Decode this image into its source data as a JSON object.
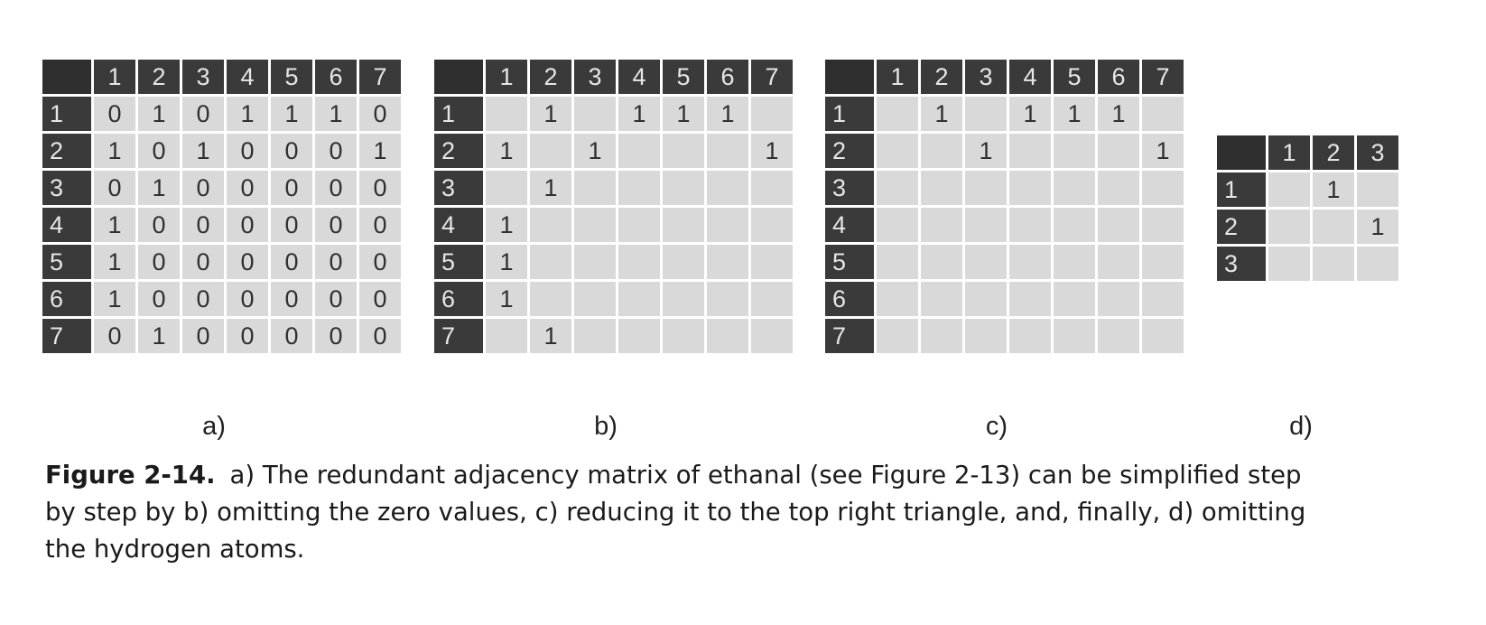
{
  "panels": [
    {
      "id": "a",
      "label": "a)",
      "headers": [
        "1",
        "2",
        "3",
        "4",
        "5",
        "6",
        "7"
      ],
      "rows": [
        [
          "0",
          "1",
          "0",
          "1",
          "1",
          "1",
          "0"
        ],
        [
          "1",
          "0",
          "1",
          "0",
          "0",
          "0",
          "1"
        ],
        [
          "0",
          "1",
          "0",
          "0",
          "0",
          "0",
          "0"
        ],
        [
          "1",
          "0",
          "0",
          "0",
          "0",
          "0",
          "0"
        ],
        [
          "1",
          "0",
          "0",
          "0",
          "0",
          "0",
          "0"
        ],
        [
          "1",
          "0",
          "0",
          "0",
          "0",
          "0",
          "0"
        ],
        [
          "0",
          "1",
          "0",
          "0",
          "0",
          "0",
          "0"
        ]
      ]
    },
    {
      "id": "b",
      "label": "b)",
      "headers": [
        "1",
        "2",
        "3",
        "4",
        "5",
        "6",
        "7"
      ],
      "rows": [
        [
          "",
          "1",
          "",
          "1",
          "1",
          "1",
          ""
        ],
        [
          "1",
          "",
          "1",
          "",
          "",
          "",
          "1"
        ],
        [
          "",
          "1",
          "",
          "",
          "",
          "",
          ""
        ],
        [
          "1",
          "",
          "",
          "",
          "",
          "",
          ""
        ],
        [
          "1",
          "",
          "",
          "",
          "",
          "",
          ""
        ],
        [
          "1",
          "",
          "",
          "",
          "",
          "",
          ""
        ],
        [
          "",
          "1",
          "",
          "",
          "",
          "",
          ""
        ]
      ]
    },
    {
      "id": "c",
      "label": "c)",
      "headers": [
        "1",
        "2",
        "3",
        "4",
        "5",
        "6",
        "7"
      ],
      "rows": [
        [
          "",
          "1",
          "",
          "1",
          "1",
          "1",
          ""
        ],
        [
          "",
          "",
          "1",
          "",
          "",
          "",
          "1"
        ],
        [
          "",
          "",
          "",
          "",
          "",
          "",
          ""
        ],
        [
          "",
          "",
          "",
          "",
          "",
          "",
          ""
        ],
        [
          "",
          "",
          "",
          "",
          "",
          "",
          ""
        ],
        [
          "",
          "",
          "",
          "",
          "",
          "",
          ""
        ],
        [
          "",
          "",
          "",
          "",
          "",
          "",
          ""
        ]
      ]
    },
    {
      "id": "d",
      "label": "d)",
      "headers": [
        "1",
        "2",
        "3"
      ],
      "rows": [
        [
          "",
          "1",
          ""
        ],
        [
          "",
          "",
          "1"
        ],
        [
          "",
          "",
          ""
        ]
      ]
    }
  ],
  "caption": {
    "label": "Figure 2-14.",
    "text": "a) The redundant adjacency matrix of ethanal (see Figure 2-13) can be simplified step by step by b) omitting the zero values, c) reducing it to the top right triangle, and, finally, d) omitting the hydrogen atoms."
  }
}
